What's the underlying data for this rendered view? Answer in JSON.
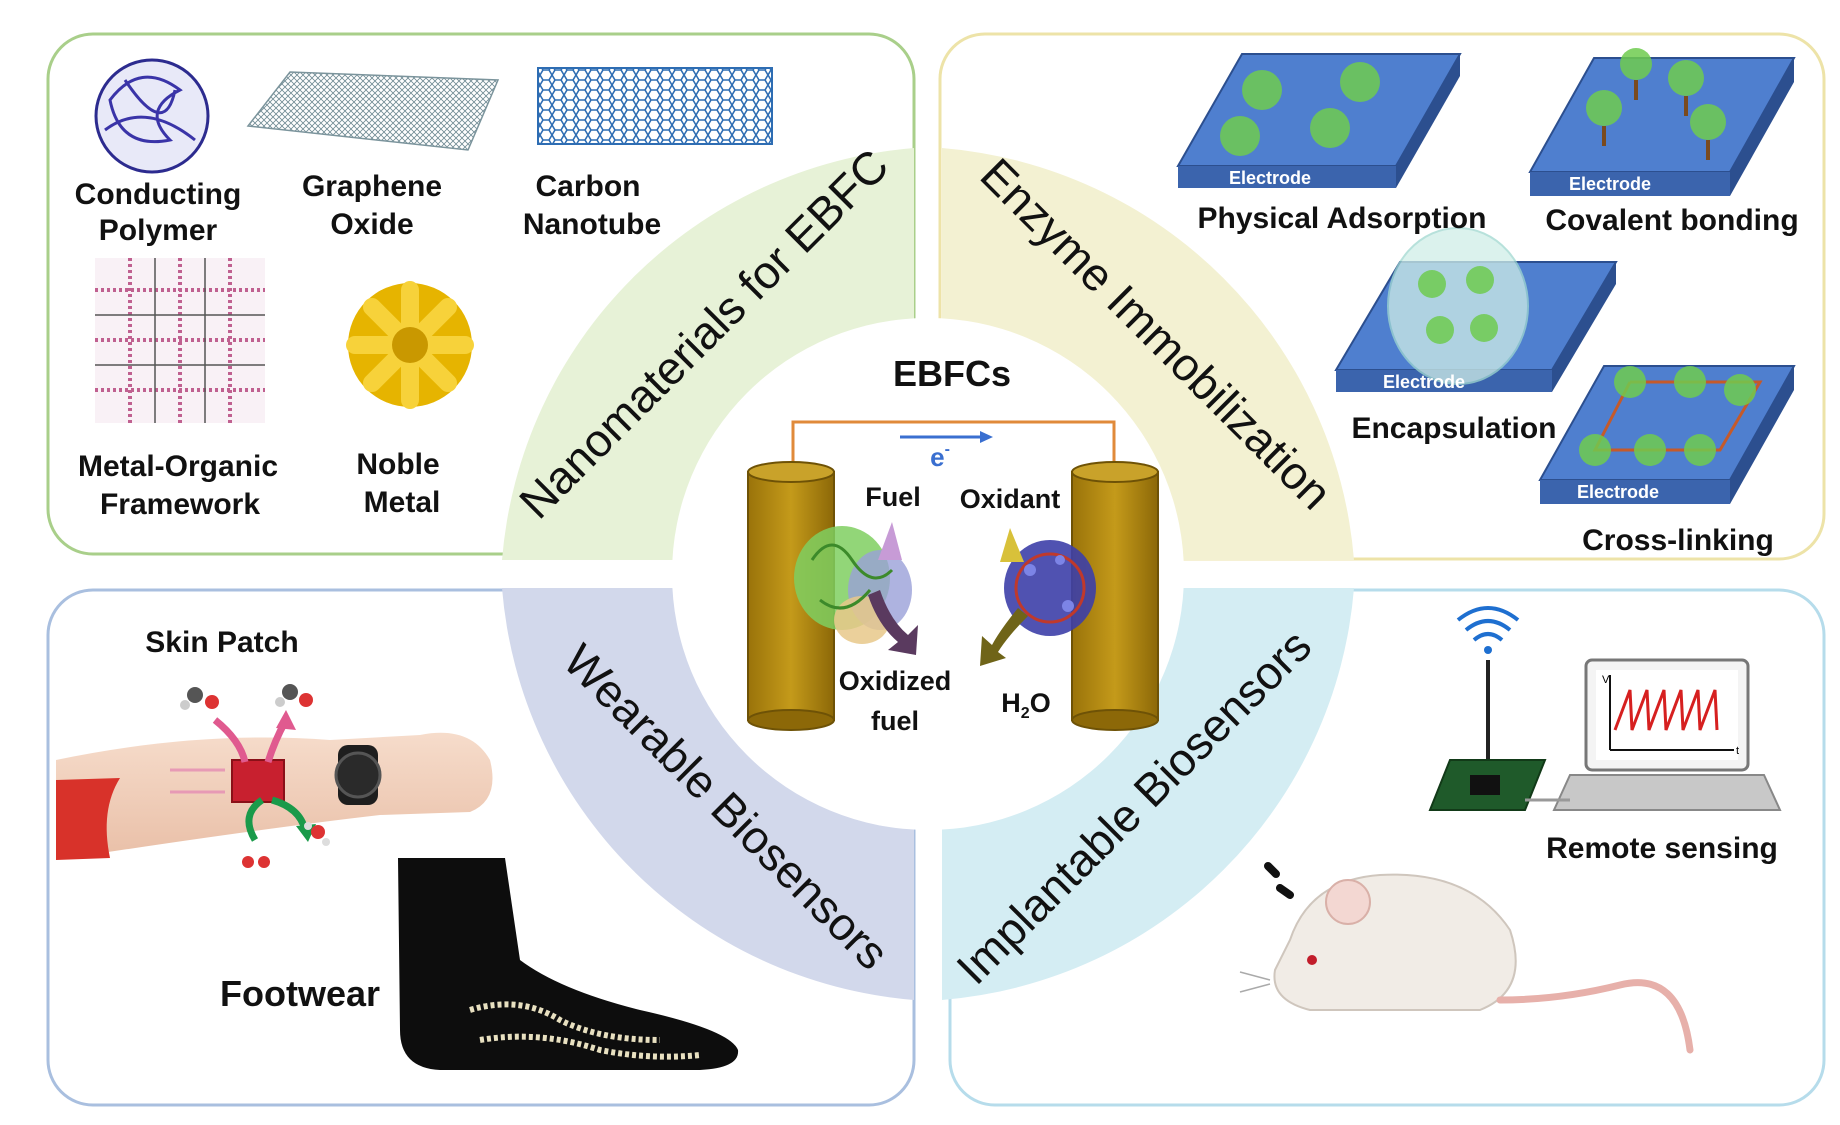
{
  "center": {
    "title": "EBFCs",
    "electron": "e",
    "electron_sup": "-",
    "fuel": "Fuel",
    "oxidant": "Oxidant",
    "oxidized_line1": "Oxidized",
    "oxidized_line2": "fuel",
    "water_h": "H",
    "water_sub": "2",
    "water_o": "O"
  },
  "quadrants": {
    "nanomaterials": "Nanomaterials for EBFC",
    "immobilization": "Enzyme Immobilization",
    "wearable": "Wearable Biosensors",
    "implantable": "Implantable Biosensors"
  },
  "nanomaterials_panel": {
    "conducting_polymer": [
      "Conducting",
      "Polymer"
    ],
    "graphene_oxide": [
      "Graphene",
      "Oxide"
    ],
    "carbon_nanotube": [
      "Carbon",
      "Nanotube"
    ],
    "mof": [
      "Metal-Organic",
      "Framework"
    ],
    "noble_metal": [
      "Noble",
      "Metal"
    ]
  },
  "immobilization_panel": {
    "electrode_label": "Electrode",
    "physical_adsorption": "Physical Adsorption",
    "covalent_bonding": "Covalent bonding",
    "encapsulation": "Encapsulation",
    "cross_linking": "Cross-linking"
  },
  "wearable_panel": {
    "skin_patch": "Skin Patch",
    "footwear": "Footwear"
  },
  "implantable_panel": {
    "remote_sensing": "Remote sensing",
    "axis_v": "V",
    "axis_t": "t"
  },
  "colors": {
    "green_border": "#a9cf8a",
    "yellow_border": "#ede3a8",
    "blue_border": "#a9bfdf",
    "lightblue_border": "#b6dceb",
    "green_ring": "#e7f2d7",
    "yellow_ring": "#f3f1d2",
    "purple_ring": "#d2d8eb",
    "cyan_ring": "#d4edf3",
    "electrode_gold": "#b58a12",
    "electrode_blue": "#4f7fcf",
    "wire_orange": "#e08a3a",
    "electron_blue": "#3a6fd0"
  }
}
